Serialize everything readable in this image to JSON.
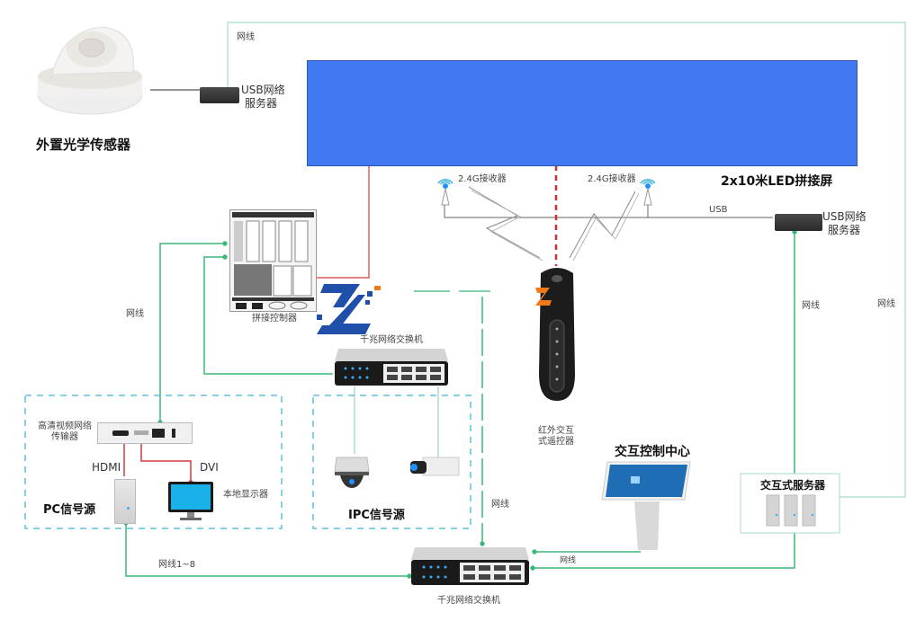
{
  "diagram": {
    "led_screen": {
      "label": "2x10米LED拼接屏",
      "color": "#4179f2"
    },
    "optical_sensor": {
      "label": "外置光学传感器"
    },
    "usb_server_top": {
      "label_line1": "USB网络",
      "label_line2": "服务器"
    },
    "usb_server_right": {
      "label_line1": "USB网络",
      "label_line2": "服务器"
    },
    "receiver_left": {
      "label": "2.4G接收器"
    },
    "receiver_right": {
      "label": "2.4G接收器"
    },
    "usb_link": {
      "label": "USB"
    },
    "splice_controller": {
      "label": "拼接控制器"
    },
    "switch_upper": {
      "label": "千兆网络交换机"
    },
    "switch_lower": {
      "label": "千兆网络交换机"
    },
    "remote": {
      "label_line1": "红外交互",
      "label_line2": "式遥控器"
    },
    "control_center": {
      "label": "交互控制中心"
    },
    "interactive_server": {
      "label": "交互式服务器"
    },
    "pc_group": {
      "title": "PC信号源",
      "transmitter_line1": "高清视频网络",
      "transmitter_line2": "传输器",
      "hdmi": "HDMI",
      "dvi": "DVI",
      "monitor": "本地显示器"
    },
    "ipc_group": {
      "title": "IPC信号源"
    },
    "cable_labels": {
      "top": "网线",
      "left": "网线",
      "right_inner": "网线",
      "right_outer": "网线",
      "middle": "网线",
      "bottom_right": "网线",
      "bottom_left": "网线1~8"
    },
    "colors": {
      "network": "#3cb878",
      "signal": "#d23a3a",
      "group_border": "#5bc0de",
      "wireless": "#d32f2f"
    }
  }
}
